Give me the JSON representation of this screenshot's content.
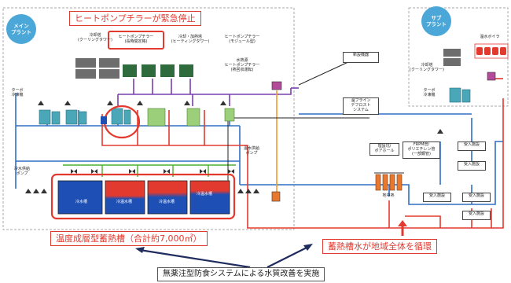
{
  "plants": {
    "main": "メイン\nプラント",
    "sub": "サブ\nプラント"
  },
  "callouts": {
    "emergency": "ヒートポンプチラーが緊急停止",
    "storage": "温度成層型蓄熱槽（合計約7,000㎥）",
    "circulation": "蓄熱槽水が地域全体を循環",
    "water_quality": "無薬注型防食システムによる水質改善を実施"
  },
  "equipment": {
    "cooling_tower": "冷却塔\n(クーリングタワー)",
    "hp_chiller_main": "ヒートポンプチラー\n(長時間定格)",
    "cooling_heating_tower": "冷却・加熱塔\n(ヒーティングタワー)",
    "hp_chiller_module": "ヒートポンプチラー\n(モジュール型)",
    "heat_source_hp": "水熱源\nヒートポンプチラー\n(熱回収運転)",
    "turbo_left": "ターボ\n冷凍機",
    "turbo_right": "ターボ\n冷凍機",
    "new_equipment": "新設機器",
    "brine_defrost": "温ブライン\nデフロスト\nシステム",
    "cold_water_pump": "冷水供給\nポンプ",
    "hot_water_pump": "温水供給\nポンプ",
    "drainage": "埋設坑/\nポアホール",
    "pipe_material": "FRPM管/\nポリエチレン管\n(一部鋼管)",
    "sub_cooling_tower": "冷却塔\n(クーリングタワー)",
    "hot_water_boiler": "温水ボイラ",
    "underground": "地中熱"
  },
  "tanks": [
    "冷水槽",
    "冷温水槽",
    "冷温水槽",
    "冷温水槽"
  ],
  "receivers": [
    "受入施設",
    "受入施設",
    "受入施設",
    "受入施設",
    "受入施設"
  ],
  "colors": {
    "cold": "#2f6fc4",
    "hot": "#e23a2f",
    "purple": "#7a3fb0",
    "green": "#4caf2e",
    "orange": "#f29a2e",
    "plant_badge": "#4aa7d8",
    "frame": "#888888"
  }
}
